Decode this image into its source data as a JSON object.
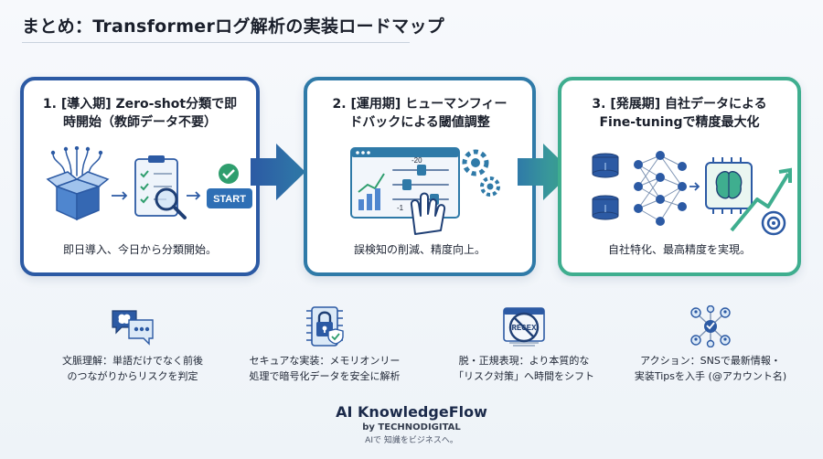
{
  "header": {
    "title": "まとめ：Transformerログ解析の実装ロードマップ"
  },
  "phases": [
    {
      "title_line1": "1. [導入期] Zero-shot分類で即",
      "title_line2": "時開始（教師データ不要）",
      "badge": "START",
      "description": "即日導入、今日から分類開始。"
    },
    {
      "title_line1": "2. [運用期] ヒューマンフィー",
      "title_line2": "ドバックによる閾値調整",
      "slider_top": "-20",
      "slider_bottom": "-1",
      "description": "誤検知の削減、精度向上。"
    },
    {
      "title_line1": "3. [発展期] 自社データによる",
      "title_line2": "Fine-tuningで精度最大化",
      "description": "自社特化、最高精度を実現。"
    }
  ],
  "features": [
    {
      "line1": "文脈理解：単語だけでなく前後",
      "line2": "のつながりからリスクを判定",
      "icon": "chat-brain-icon"
    },
    {
      "line1": "セキュアな実装：メモリオンリー",
      "line2": "処理で暗号化データを安全に解析",
      "icon": "chip-lock-icon"
    },
    {
      "line1": "脱・正規表現：より本質的な",
      "line2": "「リスク対策」へ時間をシフト",
      "icon": "no-regex-icon",
      "badge": "REGEX"
    },
    {
      "line1": "アクション：SNSで最新情報・",
      "line2": "実装Tipsを入手 (@アカウント名)",
      "icon": "network-icon"
    }
  ],
  "brand": {
    "name": "AI KnowledgeFlow",
    "by": "by TECHNODIGITAL",
    "tagline": "AIで 知識をビジネスへ。"
  },
  "colors": {
    "phase1": "#2c5aa4",
    "phase2": "#2f7aa8",
    "phase3": "#3fae8f",
    "start_badge": "#2e6fb5",
    "check": "#2f9e6e"
  }
}
